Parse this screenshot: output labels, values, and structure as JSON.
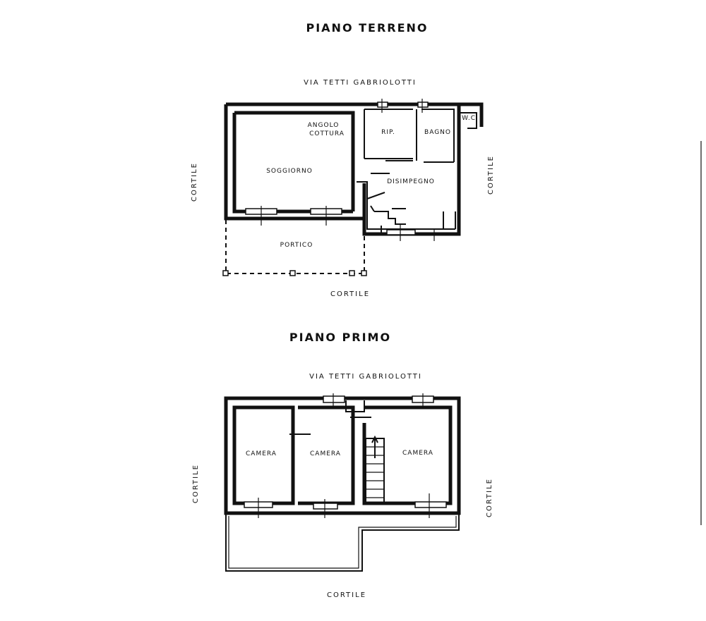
{
  "ground_floor": {
    "title": "PIANO TERRENO",
    "street": "VIA TETTI GABRIOLOTTI",
    "rooms": {
      "angolo_line1": "ANGOLO",
      "angolo_line2": "COTTURA",
      "rip": "RIP.",
      "bagno": "BAGNO",
      "wc": "W.C.",
      "soggiorno": "SOGGIORNO",
      "disimpegno": "DISIMPEGNO",
      "portico": "PORTICO"
    },
    "cortile_left": "CORTILE",
    "cortile_right": "CORTILE",
    "cortile_bottom": "CORTILE"
  },
  "first_floor": {
    "title": "PIANO PRIMO",
    "street": "VIA TETTI GABRIOLOTTI",
    "rooms": {
      "camera_left": "CAMERA",
      "camera_middle": "CAMERA",
      "camera_right": "CAMERA"
    },
    "cortile_left": "CORTILE",
    "cortile_right": "CORTILE",
    "cortile_bottom": "CORTILE"
  }
}
